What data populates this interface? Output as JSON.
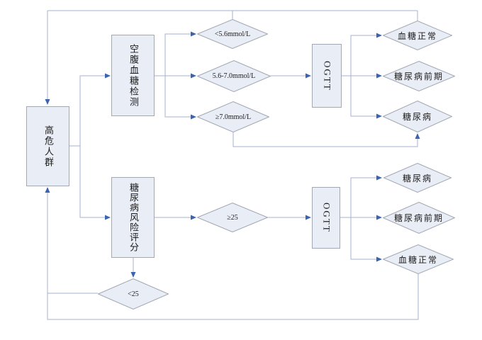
{
  "diagram": {
    "type": "flowchart",
    "language": "zh-CN",
    "nodes": {
      "high_risk": {
        "label": "高危人群",
        "shape": "rect"
      },
      "fasting_glucose_test": {
        "label": "空腹血糖检测",
        "shape": "rect"
      },
      "diabetes_risk_score": {
        "label": "糖尿病风险评分",
        "shape": "rect"
      },
      "ogtt_1": {
        "label": "OGTT",
        "shape": "rect"
      },
      "ogtt_2": {
        "label": "OGTT",
        "shape": "rect"
      },
      "fpg_lt_5_6": {
        "label": "<5.6mmol/L",
        "shape": "diamond"
      },
      "fpg_5_6_to_7_0": {
        "label": "5.6-7.0mmol/L",
        "shape": "diamond"
      },
      "fpg_ge_7_0": {
        "label": "≥7.0mmol/L",
        "shape": "diamond"
      },
      "result1_normal": {
        "label": "血糖正常",
        "shape": "diamond"
      },
      "result1_prediabetes": {
        "label": "糖尿病前期",
        "shape": "diamond"
      },
      "result1_diabetes": {
        "label": "糖尿病",
        "shape": "diamond"
      },
      "score_ge_25": {
        "label": "≥25",
        "shape": "diamond"
      },
      "score_lt_25": {
        "label": "<25",
        "shape": "diamond"
      },
      "result2_diabetes": {
        "label": "糖尿病",
        "shape": "diamond"
      },
      "result2_prediabetes": {
        "label": "糖尿病前期",
        "shape": "diamond"
      },
      "result2_normal": {
        "label": "血糖正常",
        "shape": "diamond"
      }
    },
    "edges": [
      {
        "from": "high_risk",
        "to": "fasting_glucose_test"
      },
      {
        "from": "high_risk",
        "to": "diabetes_risk_score"
      },
      {
        "from": "fasting_glucose_test",
        "to": "fpg_lt_5_6"
      },
      {
        "from": "fasting_glucose_test",
        "to": "fpg_5_6_to_7_0"
      },
      {
        "from": "fasting_glucose_test",
        "to": "fpg_ge_7_0"
      },
      {
        "from": "fpg_5_6_to_7_0",
        "to": "ogtt_1"
      },
      {
        "from": "ogtt_1",
        "to": "result1_normal"
      },
      {
        "from": "ogtt_1",
        "to": "result1_prediabetes"
      },
      {
        "from": "ogtt_1",
        "to": "result1_diabetes"
      },
      {
        "from": "fpg_ge_7_0",
        "to": "result1_diabetes"
      },
      {
        "from": "fpg_lt_5_6",
        "to": "high_risk"
      },
      {
        "from": "result1_normal",
        "to": "high_risk"
      },
      {
        "from": "diabetes_risk_score",
        "to": "score_ge_25"
      },
      {
        "from": "diabetes_risk_score",
        "to": "score_lt_25"
      },
      {
        "from": "score_ge_25",
        "to": "ogtt_2"
      },
      {
        "from": "ogtt_2",
        "to": "result2_diabetes"
      },
      {
        "from": "ogtt_2",
        "to": "result2_prediabetes"
      },
      {
        "from": "ogtt_2",
        "to": "result2_normal"
      },
      {
        "from": "score_lt_25",
        "to": "high_risk"
      },
      {
        "from": "result2_normal",
        "to": "high_risk"
      }
    ],
    "colors": {
      "background": "#ffffff",
      "shape_fill": "#e9edf6",
      "shape_border": "#a2a8b4",
      "connector": "#a6b2cf",
      "arrowhead": "#3c64ae",
      "text": "#1c1c1c"
    }
  }
}
